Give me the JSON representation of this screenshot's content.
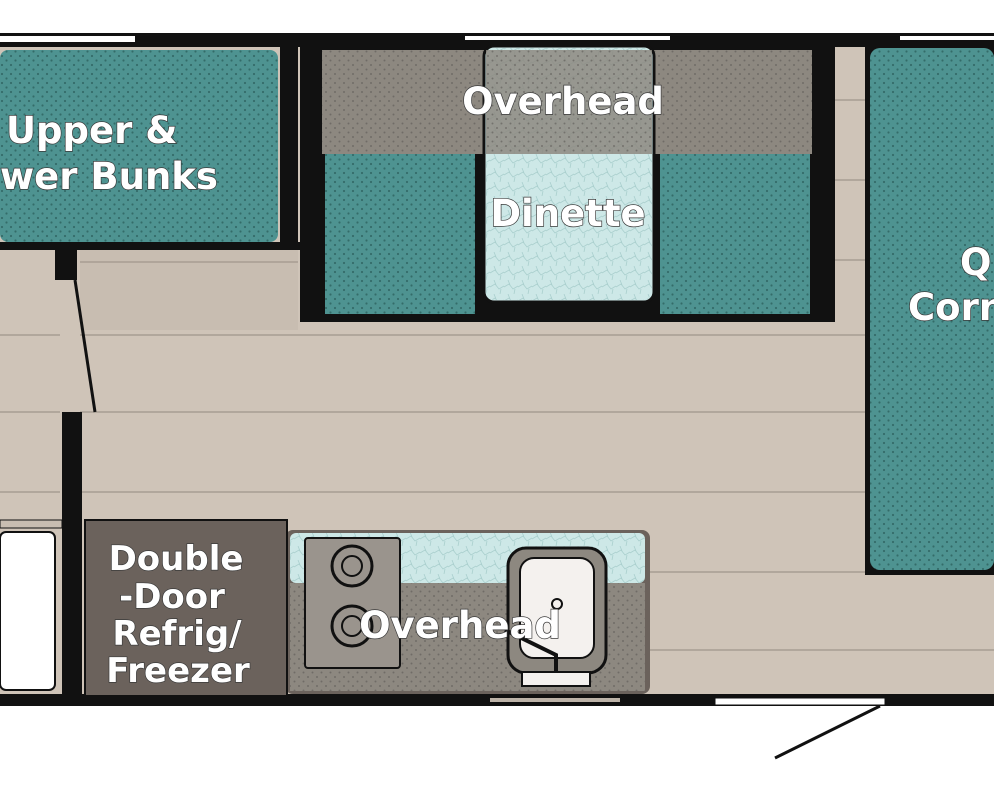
{
  "floorplan": {
    "rooms": {
      "bunks": {
        "line1": "Upper &",
        "line2": "wer Bunks"
      },
      "overhead_top": "Overhead",
      "dinette": "Dinette",
      "queen_corner": {
        "line1": "Q",
        "line2": "Corn"
      },
      "refrigerator": {
        "line1": "Double",
        "line2": "-Door",
        "line3": "Refrig/",
        "line4": "Freezer"
      },
      "overhead_bottom": "Overhead"
    },
    "colors": {
      "floor": "#cfc4b8",
      "wall": "#111111",
      "teal_cushion": "#4e9391",
      "overhead_gray": "#8d8880",
      "light_aqua": "#cde8e7",
      "counter": "#6b625c"
    }
  }
}
